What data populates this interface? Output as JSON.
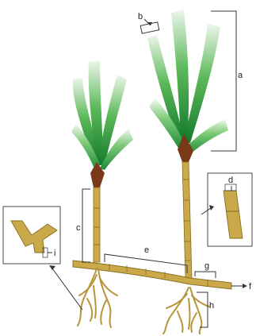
{
  "labels": {
    "a": "a",
    "b": "b",
    "c": "c",
    "d": "d",
    "e": "e",
    "f": "f",
    "g": "g",
    "h": "h",
    "i": "i"
  },
  "colors": {
    "rhizome": "#c9a94a",
    "rhizome_outline": "#8a6d1f",
    "sheath": "#7a3a1a",
    "leaf_dark": "#1e8a3a",
    "leaf_light": "#ffffff",
    "line": "#333333"
  }
}
